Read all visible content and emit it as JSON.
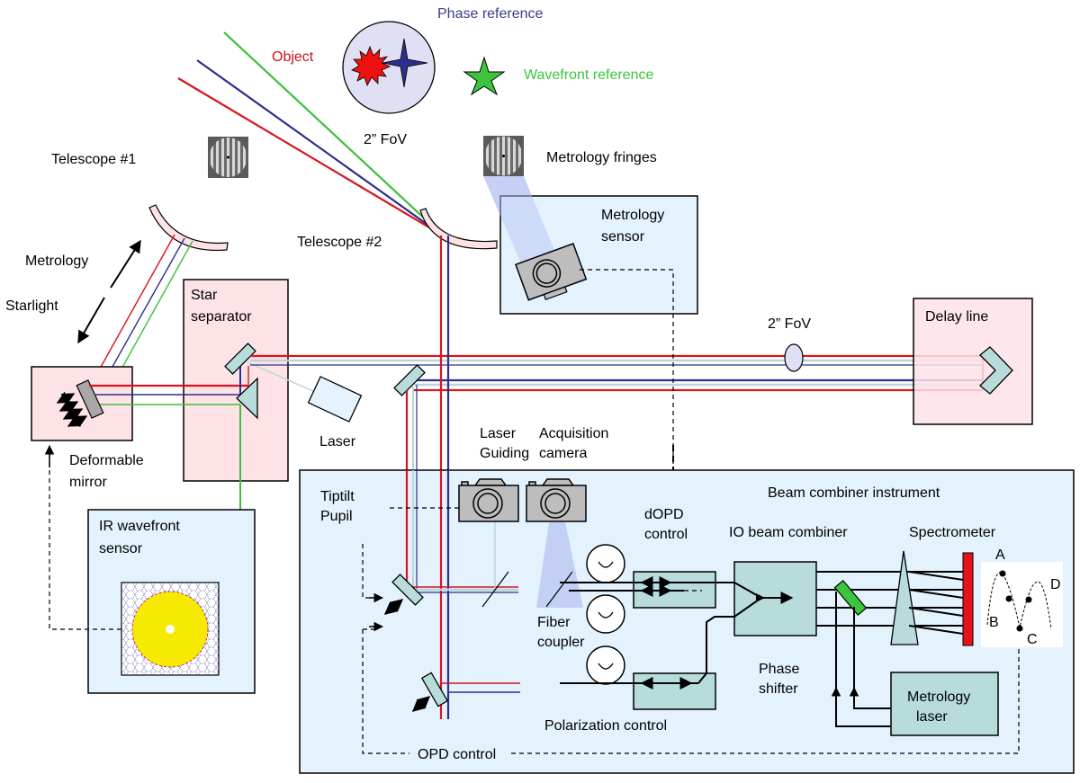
{
  "title": "Dual-field phase-referenced interferometer layout",
  "colors": {
    "object": "#d01020",
    "phase_reference": "#3a3a8c",
    "wavefront_reference": "#3cc43c",
    "pink_box": "#fde3e6",
    "blue_box": "#e3f2fc",
    "teal_component": "#b8dcdc",
    "detector": "#e8101a",
    "ir_spots": "#f5ea00"
  },
  "sky": {
    "object_label": "Object",
    "phase_reference_label": "Phase reference",
    "wavefront_reference_label": "Wavefront reference",
    "fov_label": "2” FoV"
  },
  "telescopes": {
    "telescope1_label": "Telescope #1",
    "telescope2_label": "Telescope #2",
    "metrology_fringes_label": "Metrology fringes"
  },
  "arrows": {
    "metrology_label": "Metrology",
    "starlight_label": "Starlight"
  },
  "boxes": {
    "metrology_sensor": [
      "Metrology",
      "sensor"
    ],
    "star_separator": [
      "Star",
      "separator"
    ],
    "delay_line": "Delay line",
    "deformable_mirror": [
      "Deformable",
      "mirror"
    ],
    "ir_wavefront_sensor": [
      "IR wavefront",
      "sensor"
    ],
    "laser": "Laser",
    "delay_fov_label": "2” FoV"
  },
  "beam_combiner": {
    "title": "Beam combiner instrument",
    "laser_guiding": [
      "Laser",
      "Guiding"
    ],
    "acquisition_camera": [
      "Acquisition",
      "camera"
    ],
    "tiptilt_pupil": [
      "Tiptilt",
      "Pupil"
    ],
    "dopd_control": [
      "dOPD",
      "control"
    ],
    "io_beam_combiner": "IO beam combiner",
    "spectrometer": "Spectrometer",
    "fiber_coupler": [
      "Fiber",
      "coupler"
    ],
    "phase_shifter": [
      "Phase",
      "shifter"
    ],
    "metrology_laser": [
      "Metrology",
      "laser"
    ],
    "polarization_control": "Polarization control",
    "opd_control": "OPD control",
    "fringe_points": [
      "A",
      "B",
      "C",
      "D"
    ]
  }
}
